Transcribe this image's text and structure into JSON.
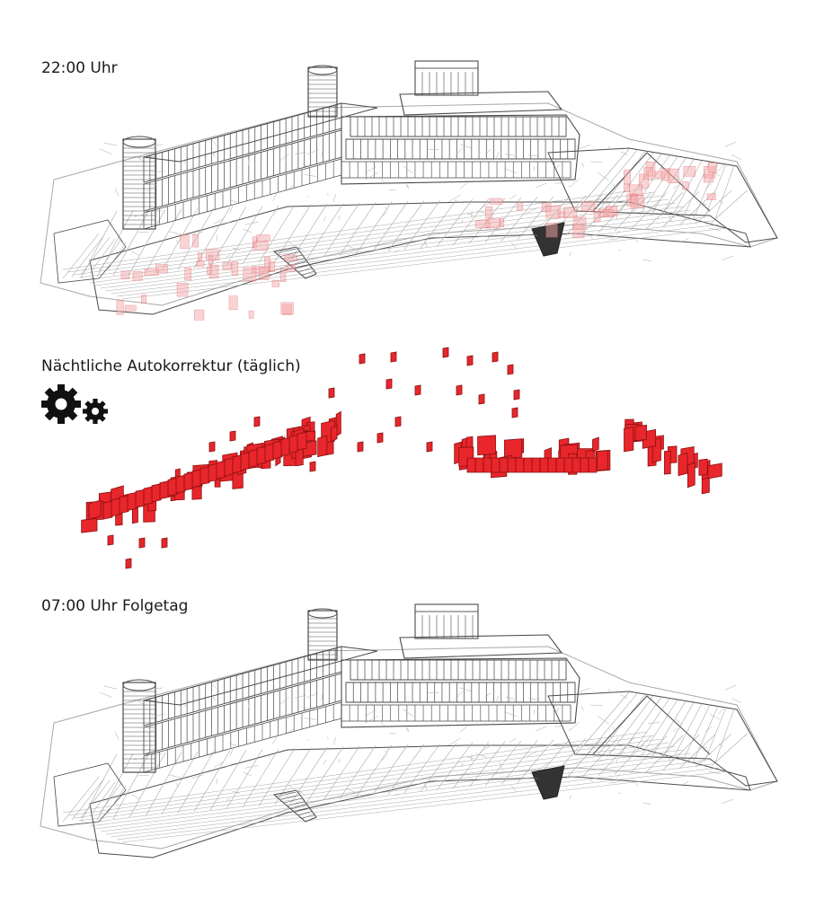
{
  "captions": {
    "evening": "22:00 Uhr",
    "correction": "Nächtliche Autokorrektur (täglich)",
    "morning": "07:00 Uhr Folgetag"
  },
  "icons": {
    "process": "gears-icon"
  },
  "colors": {
    "line": "#4a4a4a",
    "line_light": "#a8a8a8",
    "error": "#e8262b",
    "error_dark": "#8a1010",
    "error_faint": "#f2a9ab",
    "text": "#1a1a1a"
  }
}
